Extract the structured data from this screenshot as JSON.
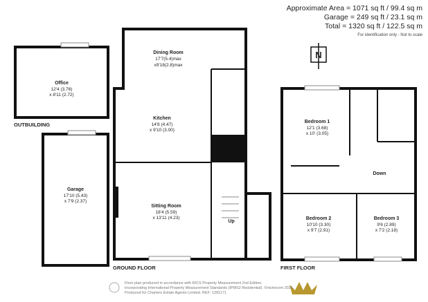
{
  "areas": {
    "approx": "Approximate Area = 1071 sq ft / 99.4 sq m",
    "garage": "Garage = 249 sq ft / 23.1 sq m",
    "total": "Total = 1320 sq ft / 122.5 sq m",
    "note": "For identification only - Not to scale"
  },
  "compass": "N",
  "rooms": {
    "office": {
      "name": "Office",
      "dim1": "12'4 (3.76)",
      "dim2": "x 8'11 (2.72)"
    },
    "garage": {
      "name": "Garage",
      "dim1": "17'10 (5.43)",
      "dim2": "x 7'9 (2.37)"
    },
    "dining": {
      "name": "Dining Room",
      "dim1": "17'7(5.4)max",
      "dim2": "x9'18(2.8)max"
    },
    "kitchen": {
      "name": "Kitchen",
      "dim1": "14'8 (4.47)",
      "dim2": "x 9'10 (3.00)"
    },
    "sitting": {
      "name": "Sitting Room",
      "dim1": "18'4 (5.59)",
      "dim2": "x 13'11 (4.23)"
    },
    "bed1": {
      "name": "Bedroom 1",
      "dim1": "12'1 (3.68)",
      "dim2": "x 10' (3.05)"
    },
    "bed2": {
      "name": "Bedroom 2",
      "dim1": "10'10 (3.30)",
      "dim2": "x 9'7 (2.91)"
    },
    "bed3": {
      "name": "Bedroom 3",
      "dim1": "9'6 (2.89)",
      "dim2": "x 7'2 (2.18)"
    }
  },
  "labels": {
    "outbuilding": "OUTBUILDING",
    "ground": "GROUND FLOOR",
    "first": "FIRST FLOOR",
    "up": "Up",
    "down": "Down"
  },
  "footer": {
    "line1": "Floor plan produced in accordance with RICS Property Measurement 2nd Edition,",
    "line2": "Incorporating International Property Measurement Standards (IPMS2 Residential). ©nichecom 2025.",
    "line3": "Produced for Charters Estate Agents Limited.   REF: 1281171"
  },
  "colors": {
    "wall": "#111111",
    "crown": "#b8982f"
  }
}
